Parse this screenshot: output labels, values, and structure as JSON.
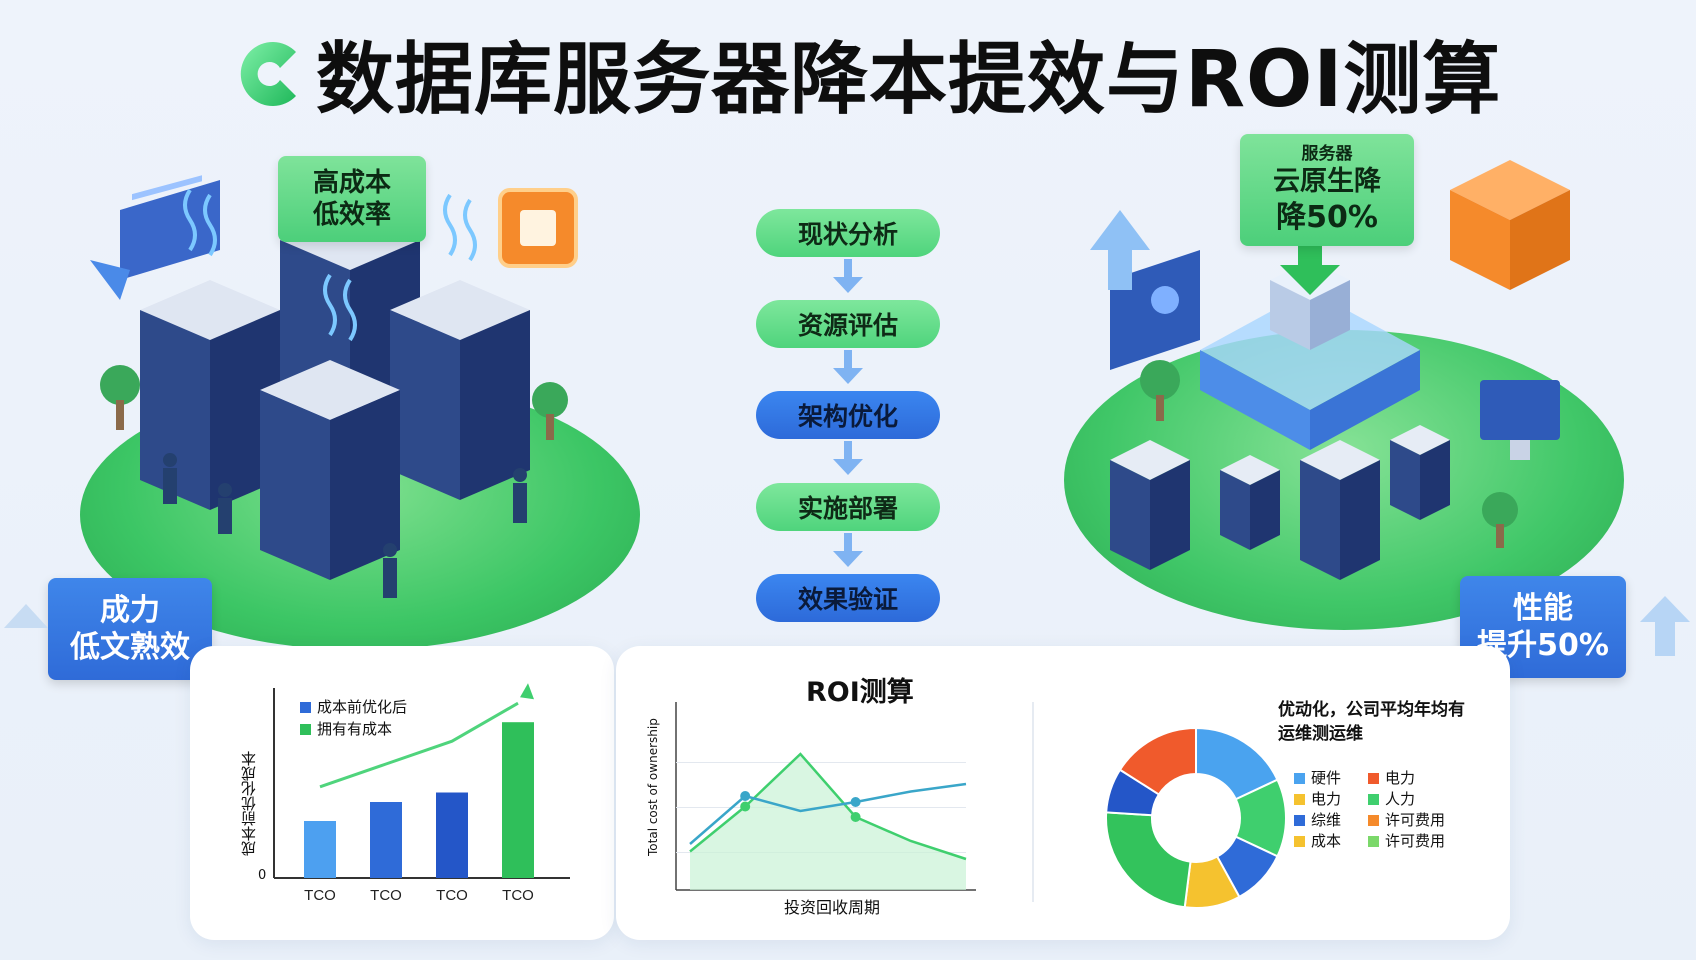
{
  "title": "数据库服务器降本提效与ROI测算",
  "colors": {
    "green": "#3cc665",
    "blue": "#2f6bd8",
    "orange": "#f58a2b",
    "dark_blue": "#1f4db8"
  },
  "left_scene": {
    "badge_top": [
      "高成本",
      "低效率"
    ],
    "badge_bottom": [
      "成力",
      "低文熟效"
    ]
  },
  "right_scene": {
    "badge_top": [
      "服务器",
      "云原生降",
      "降50%"
    ],
    "badge_bottom": [
      "性能",
      "提升50%"
    ]
  },
  "flow_steps": [
    "现状分析",
    "资源评估",
    "架构优化",
    "实施部署",
    "效果验证"
  ],
  "bar_panel": {
    "ylabel": "成本前优化成本",
    "legend": [
      "成本前优化后",
      "拥有有成本"
    ],
    "zero_label": "0",
    "chart_data": {
      "type": "bar",
      "categories": [
        "TCO",
        "TCO",
        "TCO",
        "TCO"
      ],
      "values": [
        30,
        40,
        45,
        82
      ],
      "colors": [
        "#4da0f0",
        "#2f6bd8",
        "#2456c8",
        "#2fbf5a"
      ],
      "trend": [
        48,
        60,
        72,
        92
      ]
    }
  },
  "roi_panel": {
    "title": "ROI测算",
    "line_chart": {
      "type": "line",
      "xlabel": "投资回收周期",
      "ylabel": "Total cost of ownership",
      "series": [
        {
          "name": "",
          "values": [
            15,
            45,
            80,
            38,
            22,
            10
          ]
        },
        {
          "name": "",
          "values": [
            20,
            52,
            42,
            48,
            55,
            60
          ]
        }
      ]
    },
    "donut_title": [
      "优动化，公司平均年均有",
      "运维测运维"
    ],
    "donut": {
      "type": "pie",
      "slices": [
        {
          "label": "硬件",
          "value": 18,
          "color": "#4aa3ef"
        },
        {
          "label": "人力",
          "value": 14,
          "color": "#3fcf6e"
        },
        {
          "label": "综维",
          "value": 10,
          "color": "#2f6bd8"
        },
        {
          "label": "成本",
          "value": 10,
          "color": "#f5c22f"
        },
        {
          "label": "许可费用",
          "value": 24,
          "color": "#33c35c"
        },
        {
          "label": "电力",
          "value": 8,
          "color": "#2456c8"
        },
        {
          "label": "电力",
          "value": 16,
          "color": "#f05a2c"
        }
      ],
      "legend_left": [
        "硬件",
        "电力",
        "综维",
        "成本"
      ],
      "legend_left_colors": [
        "#4aa3ef",
        "#f5c22f",
        "#2f6bd8",
        "#f5c22f"
      ],
      "legend_right": [
        "电力",
        "人力",
        "许可费用",
        "许可费用"
      ],
      "legend_right_colors": [
        "#f05a2c",
        "#3fcf6e",
        "#f58a2b",
        "#7bd86a"
      ]
    }
  }
}
